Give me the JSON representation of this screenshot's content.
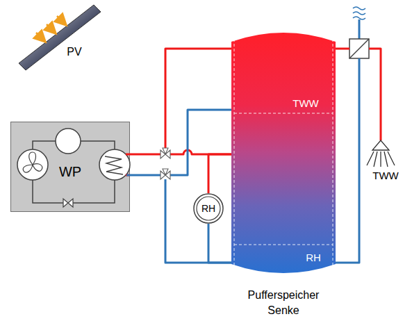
{
  "diagram": {
    "nodes": [
      {
        "text": [
          "PV"
        ]
      },
      {
        "text": [
          "WP"
        ]
      },
      {
        "text": [
          "RH"
        ]
      },
      {
        "text": [
          "TWW",
          "RH",
          "Pufferspeicher Senke"
        ]
      },
      {
        "text": [
          "TWW"
        ]
      }
    ],
    "edges": [
      {
        "from": 1,
        "to": 3,
        "arrow": "none"
      },
      {
        "from": 3,
        "to": 2,
        "arrow": "none"
      },
      {
        "from": 3,
        "to": 4,
        "arrow": "none"
      }
    ]
  }
}
